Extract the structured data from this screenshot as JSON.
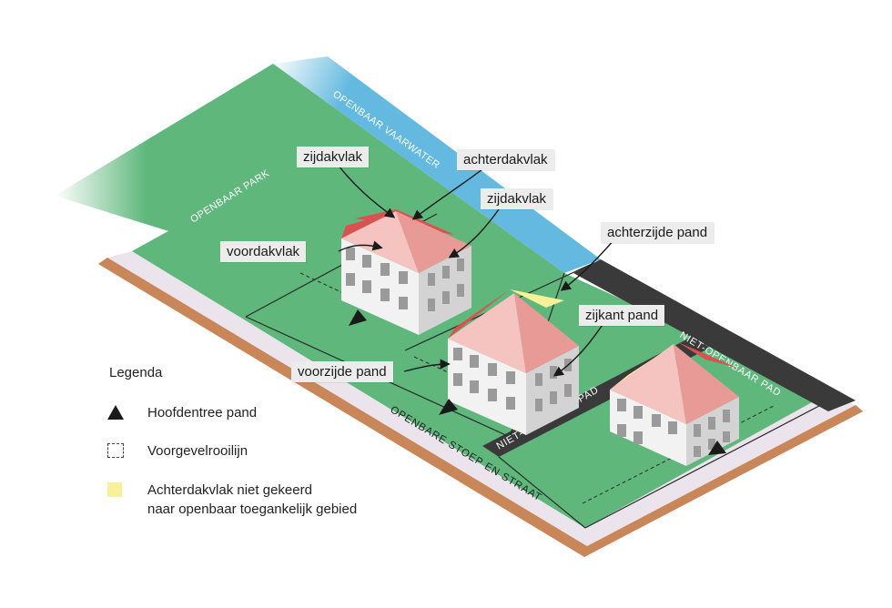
{
  "areas": {
    "waterway": "OPENBAAR VAARWATER",
    "park": "OPENBAAR PARK",
    "private_path_1": "NIET-OPENBAAR PAD",
    "private_path_2": "NIET-OPENBAAR PAD",
    "street": "OPENBARE STOEP EN STRAAT"
  },
  "callouts": {
    "side_roof_left": "zijdakvlak",
    "rear_roof": "achterdakvlak",
    "side_roof_right": "zijdakvlak",
    "front_roof": "voordakvlak",
    "rear_building": "achterzijde pand",
    "side_building": "zijkant pand",
    "front_building": "voorzijde pand"
  },
  "legend": {
    "title": "Legenda",
    "items": [
      {
        "symbol": "black-triangle",
        "label": "Hoofdentree pand"
      },
      {
        "symbol": "dashed-square",
        "label": "Voorgevelrooilijn"
      },
      {
        "symbol": "yellow-square",
        "label_line1": "Achterdakvlak niet gekeerd",
        "label_line2": "naar openbaar toegankelijk gebied"
      }
    ]
  },
  "colors": {
    "grass": "#5fb77c",
    "water": "#63b9df",
    "sidewalk": "#ece4ec",
    "soil": "#c98658",
    "path": "#3a3a3a",
    "roof_front": "#f5c3c0",
    "roof_side": "#e68a87",
    "roof_rear": "#d9524f",
    "roof_yellow": "#f7f29a",
    "wall_light": "#f2f2f2",
    "wall_dark": "#d3d3d3",
    "window": "#9a9a9a"
  }
}
